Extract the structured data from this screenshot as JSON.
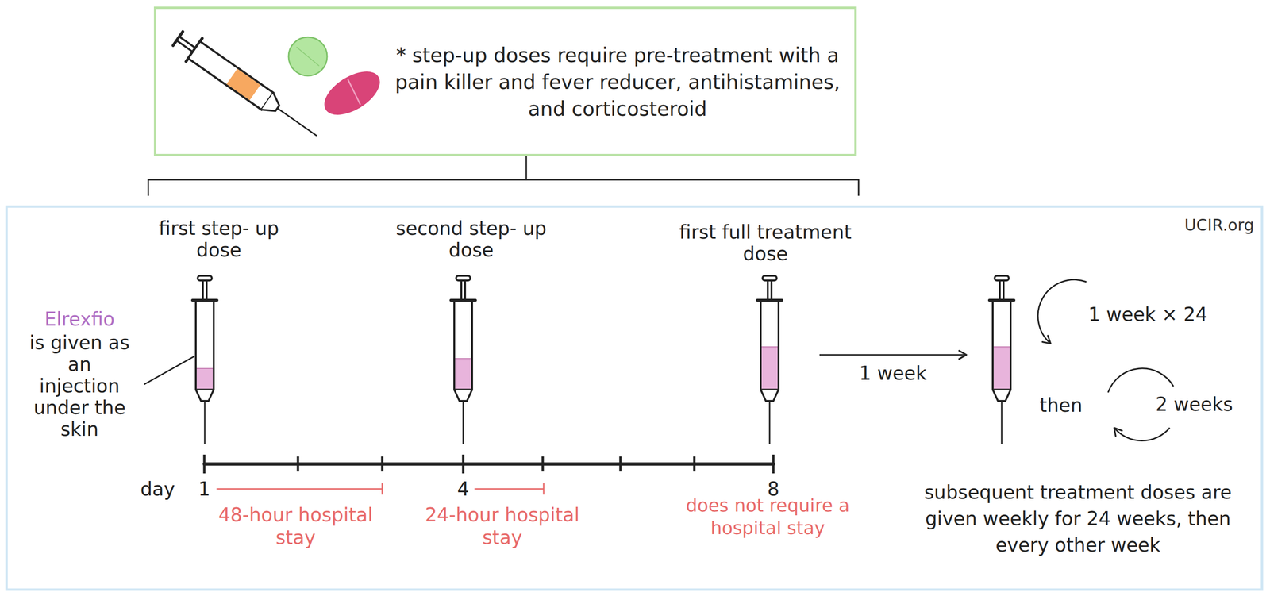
{
  "diagram": {
    "nodes": [
      {
        "text": [
          "* step-up doses require pre-treatment with a pain killer and fever reducer, antihistamines, and corticosteroid"
        ]
      }
    ],
    "labels": [
      "first step- up dose",
      "second step- up dose",
      "first full treatment dose",
      "UCIR.org",
      "Elrexfio",
      "is given as an injection under the skin",
      "1 week",
      "1 week × 24",
      "then",
      "2 weeks",
      "day",
      "1",
      "4",
      "8",
      "48-hour hospital stay",
      "24-hour hospital stay",
      "does not require a hospital stay",
      "subsequent treatment doses are given weekly for 24 weeks, then every other week"
    ]
  }
}
